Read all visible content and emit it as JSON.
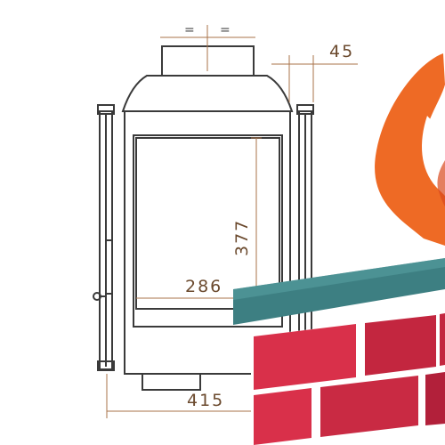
{
  "drawing": {
    "dimensions": {
      "top_offset": "45",
      "overall_width": "415",
      "glass_width": "286",
      "glass_height": "377"
    },
    "equal_marks": [
      "=",
      "="
    ]
  },
  "colors": {
    "line": "#3a3a3a",
    "dimension_text": "#6b4a2e",
    "dimension_line": "#a8734a",
    "brick_red": "#d9304a",
    "brick_dark": "#b2203a",
    "mortar": "#ffffff",
    "roof_teal": "#3d7f82",
    "roof_light": "#5aa3a4",
    "flame_orange": "#ee6a25",
    "flame_dark": "#d9481c"
  }
}
